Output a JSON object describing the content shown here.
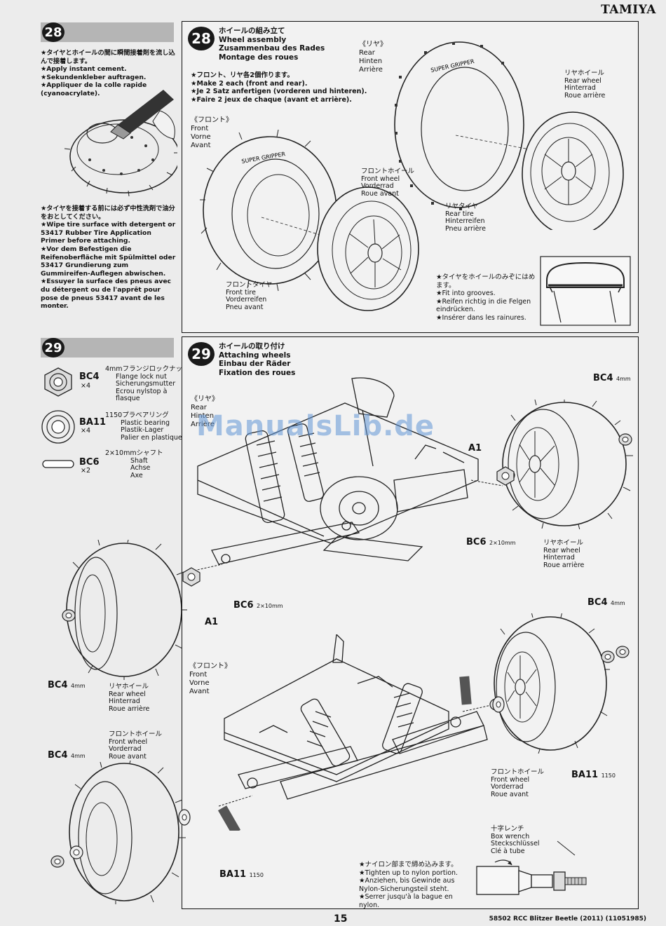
{
  "brand": "TAMIYA",
  "left28": {
    "step": "28",
    "notes_top": [
      "★タイヤとホイールの間に瞬間接着剤を流し込んで接着します。",
      "★Apply instant cement.",
      "★Sekundenkleber auftragen.",
      "★Appliquer de la colle rapide (cyanoacrylate)."
    ],
    "notes_bottom": [
      "★タイヤを接着する前には必ず中性洗剤で油分をおとしてください。",
      "★Wipe tire surface with detergent or 53417 Rubber Tire Application Primer before attaching.",
      "★Vor dem Befestigen die Reifenoberfläche mit Spülmittel oder 53417 Grundierung zum Gummireifen-Auflegen abwischen.",
      "★Essuyer la surface des pneus avec du détergent ou de l'apprêt pour pose de pneus 53417 avant de les monter."
    ]
  },
  "step28": {
    "num": "28",
    "title_jp": "ホイールの組み立て",
    "title_en": "Wheel assembly",
    "title_de": "Zusammenbau des Rades",
    "title_fr": "Montage des roues",
    "make_notes": [
      "★フロント、リヤ各2個作ります。",
      "★Make 2 each (front and rear).",
      "★Je 2 Satz anfertigen (vorderen und hinteren).",
      "★Faire 2 jeux de chaque (avant et arrière)."
    ],
    "front_label": [
      "《フロント》",
      "Front",
      "Vorne",
      "Avant"
    ],
    "rear_label": [
      "《リヤ》",
      "Rear",
      "Hinten",
      "Arrière"
    ],
    "front_wheel": [
      "フロントホイール",
      "Front wheel",
      "Vorderrad",
      "Roue avant"
    ],
    "front_tire": [
      "フロントタイヤ",
      "Front tire",
      "Vorderreifen",
      "Pneu avant"
    ],
    "rear_wheel": [
      "リヤホイール",
      "Rear wheel",
      "Hinterrad",
      "Roue arrière"
    ],
    "rear_tire": [
      "リヤタイヤ",
      "Rear tire",
      "Hinterreifen",
      "Pneu arrière"
    ],
    "groove_notes": [
      "★タイヤをホイールのみぞにはめます。",
      "★Fit into grooves.",
      "★Reifen richtig in die Felgen eindrücken.",
      "★Insérer dans les rainures."
    ],
    "tire_text_front": "SUPER GRIPPER",
    "tire_text_rear": "SUPER GRIPPER"
  },
  "left29": {
    "step": "29",
    "parts": [
      {
        "code": "BC4",
        "qty": "×4",
        "size": "4mm",
        "jp": "フランジロックナット",
        "names": [
          "Flange lock nut",
          "Sicherungsmutter",
          "Ecrou nylstop à flasque"
        ]
      },
      {
        "code": "BA11",
        "qty": "×4",
        "size": "1150",
        "jp": "プラベアリング",
        "names": [
          "Plastic bearing",
          "Plastik-Lager",
          "Palier en plastique"
        ]
      },
      {
        "code": "BC6",
        "qty": "×2",
        "size": "2×10mm",
        "jp": "シャフト",
        "names": [
          "Shaft",
          "Achse",
          "Axe"
        ]
      }
    ]
  },
  "step29": {
    "num": "29",
    "title_jp": "ホイールの取り付け",
    "title_en": "Attaching wheels",
    "title_de": "Einbau der Räder",
    "title_fr": "Fixation des roues",
    "rear_label": [
      "《リヤ》",
      "Rear",
      "Hinten",
      "Arrière"
    ],
    "front_label": [
      "《フロント》",
      "Front",
      "Vorne",
      "Avant"
    ],
    "callouts": {
      "bc4": "BC4",
      "bc4_size": "4mm",
      "a1": "A1",
      "bc6": "BC6",
      "bc6_size": "2×10mm",
      "ba11": "BA11",
      "ba11_size": "1150"
    },
    "rear_wheel": [
      "リヤホイール",
      "Rear wheel",
      "Hinterrad",
      "Roue arrière"
    ],
    "front_wheel": [
      "フロントホイール",
      "Front wheel",
      "Vorderrad",
      "Roue avant"
    ],
    "box_wrench": [
      "十字レンチ",
      "Box wrench",
      "Steckschlüssel",
      "Clé à tube"
    ],
    "nylon_notes": [
      "★ナイロン部まで締め込みます。",
      "★Tighten up to nylon portion.",
      "★Anziehen, bis Gewinde aus Nylon-Sicherungsteil steht.",
      "★Serrer jusqu'à la bague en nylon."
    ]
  },
  "watermark": "ManualsLib.de",
  "footer": {
    "page": "15",
    "code": "58502 RCC Blitzer Beetle (2011) (11051985)"
  }
}
